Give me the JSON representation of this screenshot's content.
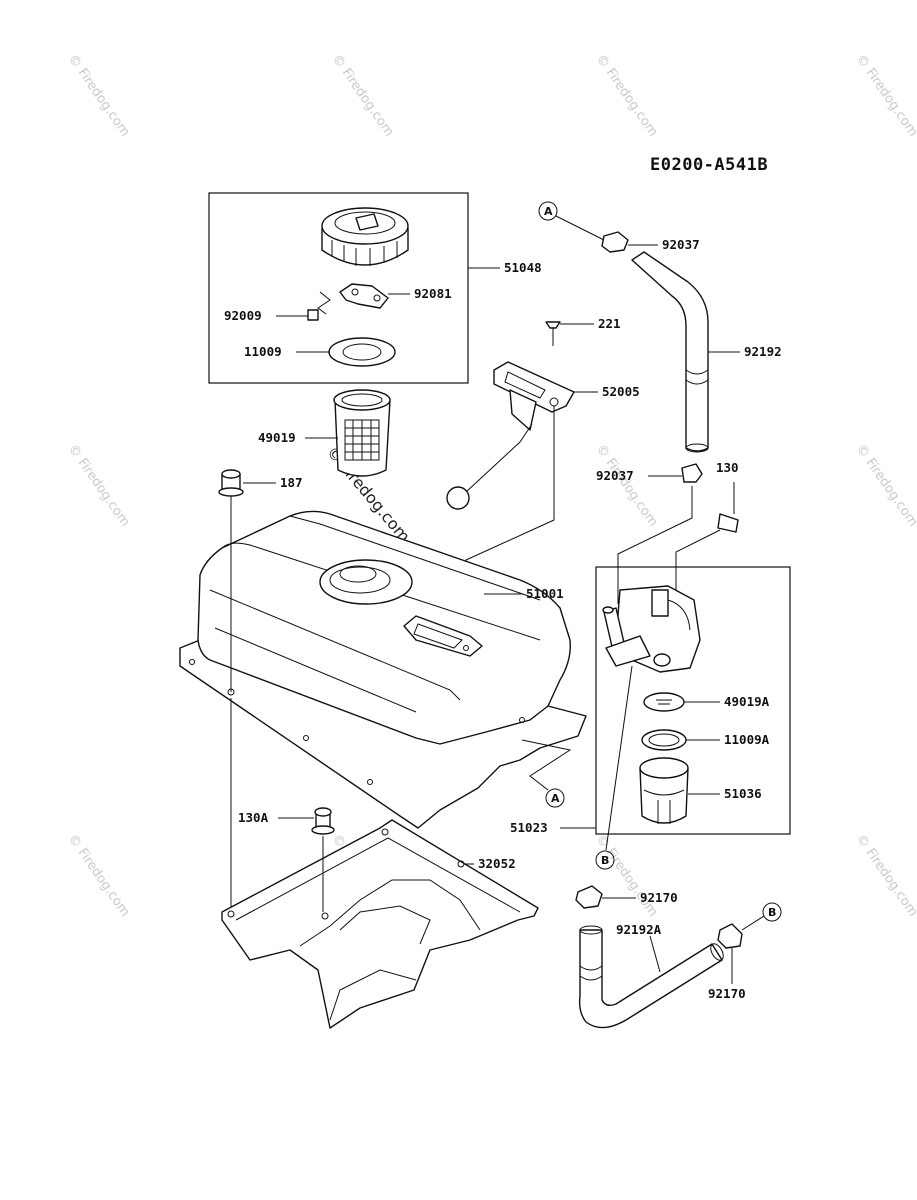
{
  "diagram_code": "E0200-A541B",
  "watermark_text": "© Firedog.com",
  "callouts": [
    "A",
    "A",
    "B",
    "B"
  ],
  "parts": {
    "p51048": "51048",
    "p92081": "92081",
    "p92009": "92009",
    "p11009": "11009",
    "p221": "221",
    "p52005": "52005",
    "p49019": "49019",
    "p187": "187",
    "p51001": "51001",
    "p92037a": "92037",
    "p92192": "92192",
    "p92037b": "92037",
    "p130": "130",
    "p49019A": "49019A",
    "p11009A": "11009A",
    "p51036": "51036",
    "p51023": "51023",
    "p130A": "130A",
    "p32052": "32052",
    "p92170a": "92170",
    "p92192A": "92192A",
    "p92170b": "92170"
  }
}
